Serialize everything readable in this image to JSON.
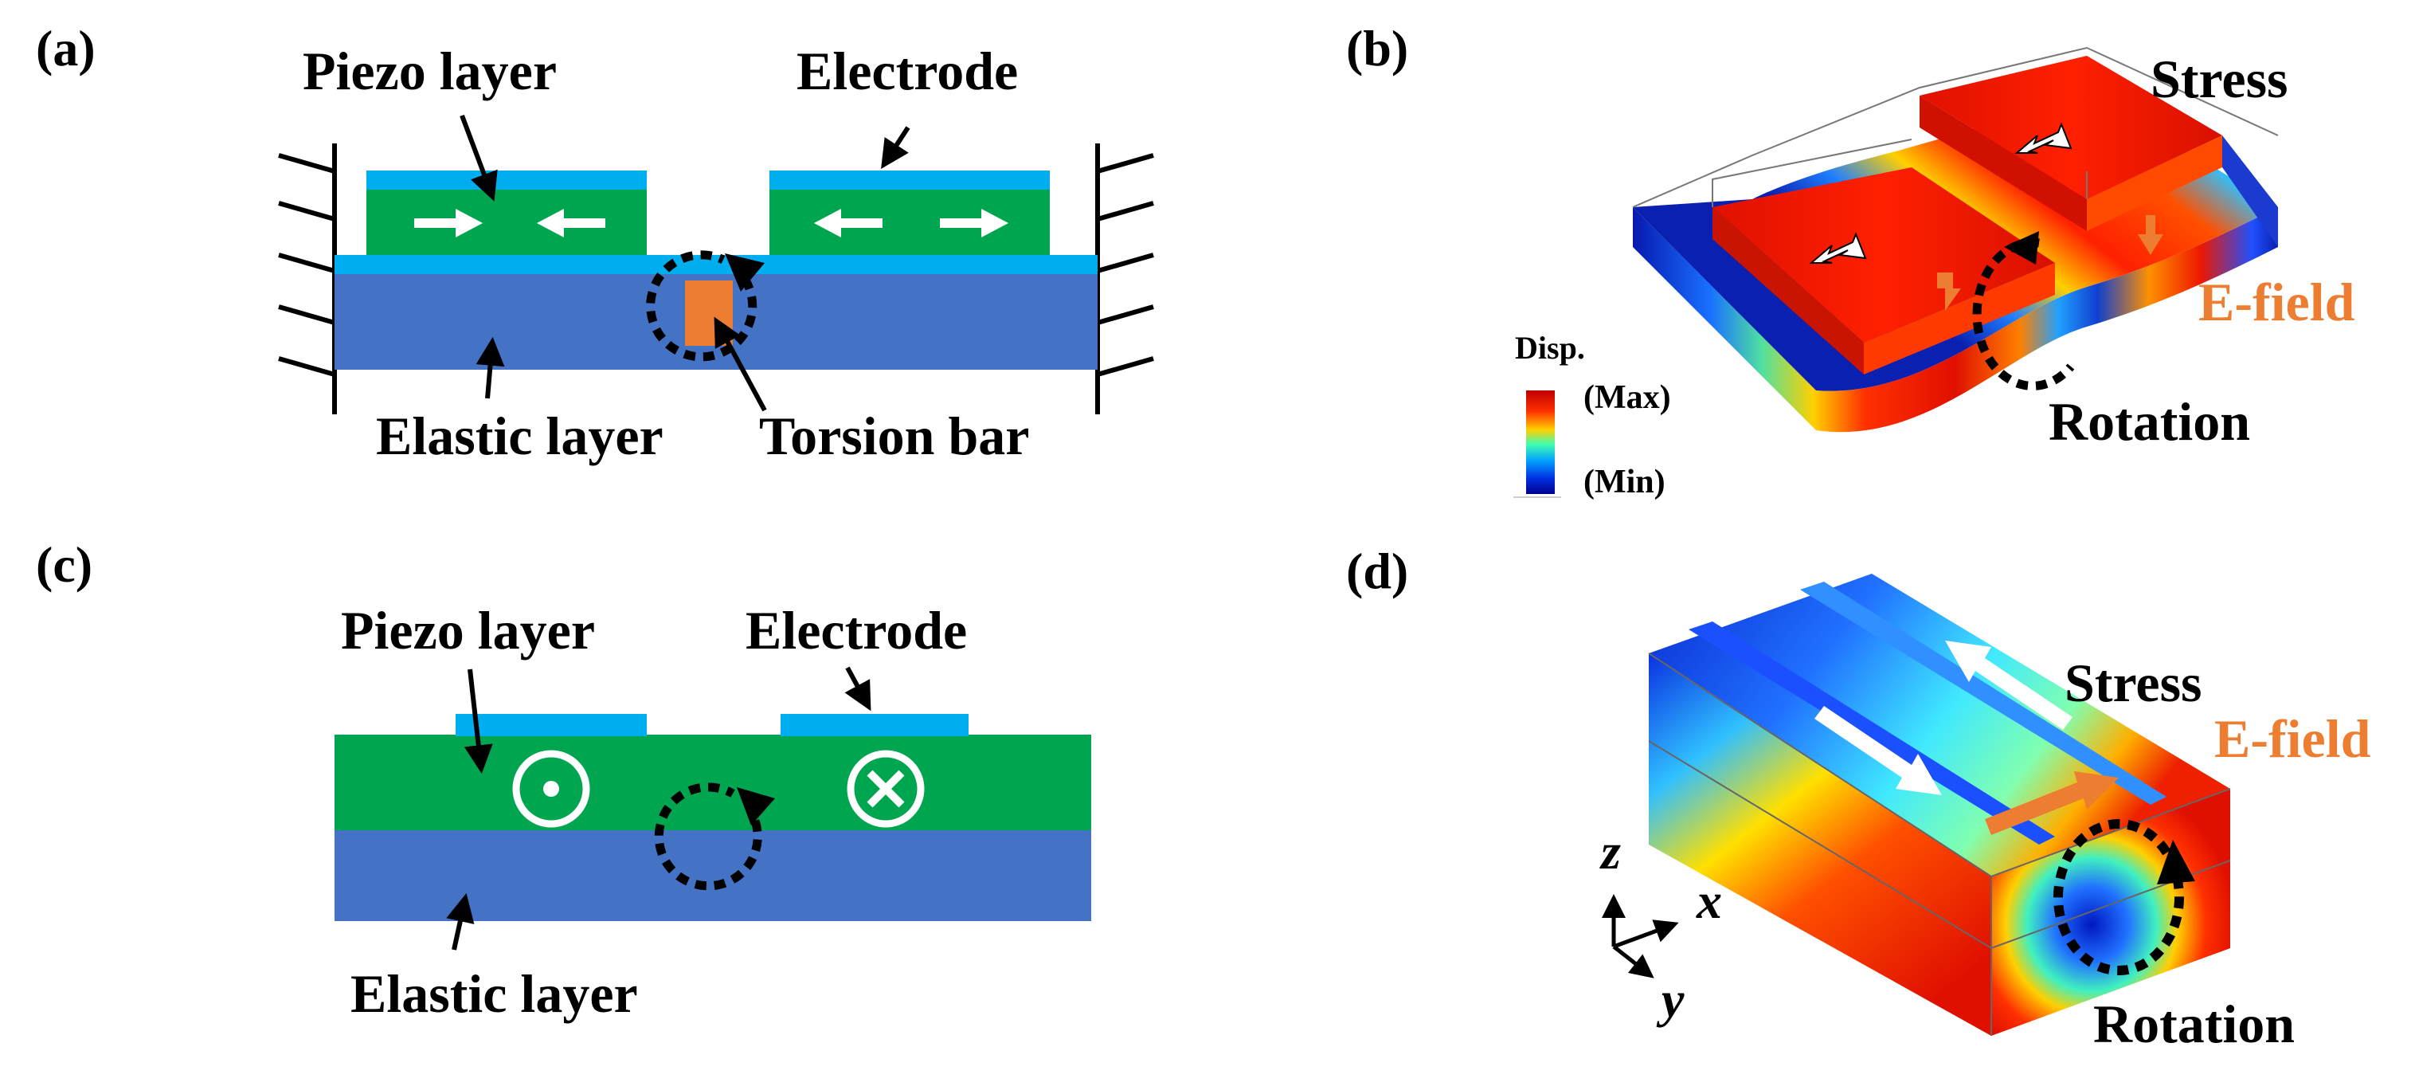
{
  "colors": {
    "piezo": "#00a550",
    "electrode": "#00aeef",
    "elastic": "#4472c4",
    "torsion_bar": "#ed7d31",
    "efield": "#ed7d31",
    "ink": "#000000",
    "arrow_white": "#ffffff"
  },
  "panel_a": {
    "tag": "(a)",
    "piezo_label": "Piezo layer",
    "electrode_label": "Electrode",
    "elastic_label": "Elastic layer",
    "torsion_label": "Torsion bar"
  },
  "panel_b": {
    "tag": "(b)",
    "stress_label": "Stress",
    "efield_label": "E-field",
    "rotation_label": "Rotation",
    "legend_title": "Disp.",
    "legend_max": "(Max)",
    "legend_min": "(Min)"
  },
  "panel_c": {
    "tag": "(c)",
    "piezo_label": "Piezo layer",
    "electrode_label": "Electrode",
    "elastic_label": "Elastic layer"
  },
  "panel_d": {
    "tag": "(d)",
    "stress_label": "Stress",
    "efield_label": "E-field",
    "rotation_label": "Rotation",
    "axis_z": "z",
    "axis_x": "x",
    "axis_y": "y"
  }
}
